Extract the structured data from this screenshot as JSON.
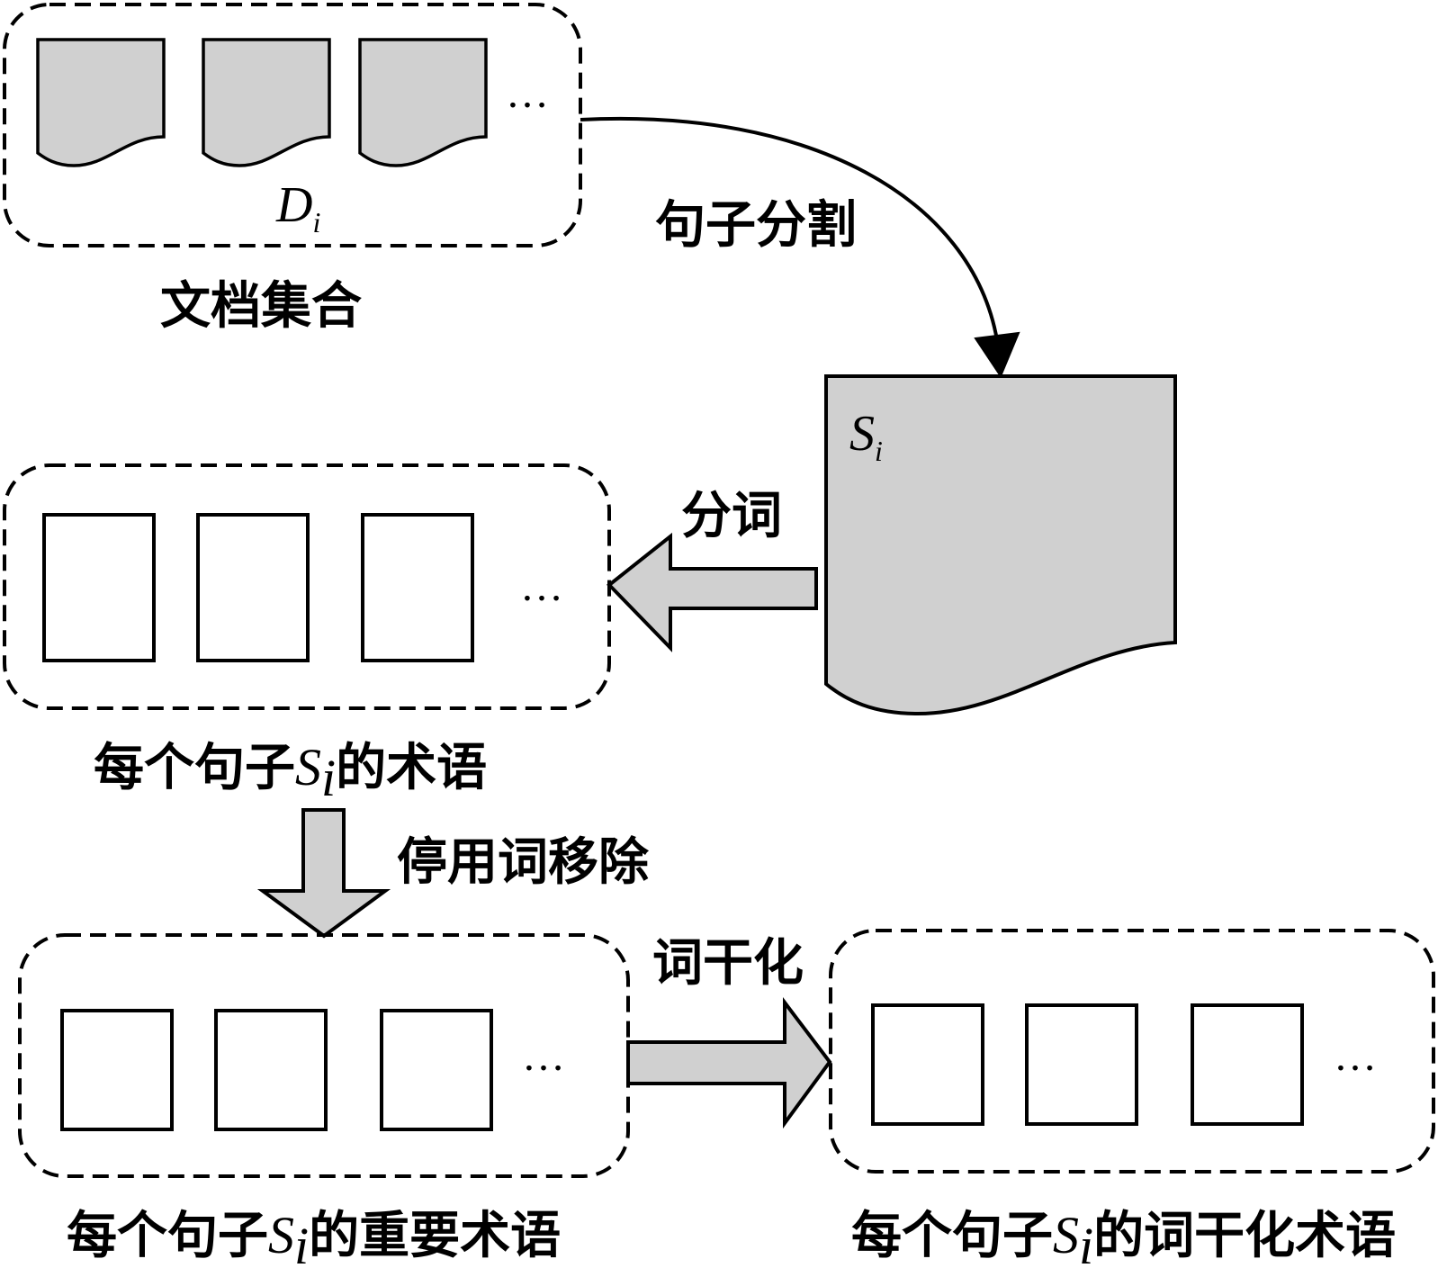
{
  "documents": {
    "math_label": "D",
    "math_sub": "i",
    "ellipsis": "…",
    "caption": "文档集合"
  },
  "sentence_split": {
    "label": "句子分割"
  },
  "sentence": {
    "math_label": "S",
    "math_sub": "i"
  },
  "tokenize": {
    "label": "分词"
  },
  "terms": {
    "ellipsis": "…",
    "caption_pre": "每个句子",
    "caption_math": "S",
    "caption_sub": "i",
    "caption_post": "的术语"
  },
  "stopword_removal": {
    "label": "停用词移除"
  },
  "important_terms": {
    "ellipsis": "…",
    "caption_pre": "每个句子",
    "caption_math": "S",
    "caption_sub": "i",
    "caption_post": "的重要术语"
  },
  "stemming": {
    "label": "词干化"
  },
  "stemmed_terms": {
    "ellipsis": "…",
    "caption_pre": "每个句子",
    "caption_math": "S",
    "caption_sub": "i",
    "caption_post": "的词干化术语"
  },
  "colors": {
    "fill_gray": "#d0d0d0",
    "stroke": "#000000",
    "background": "#ffffff"
  }
}
